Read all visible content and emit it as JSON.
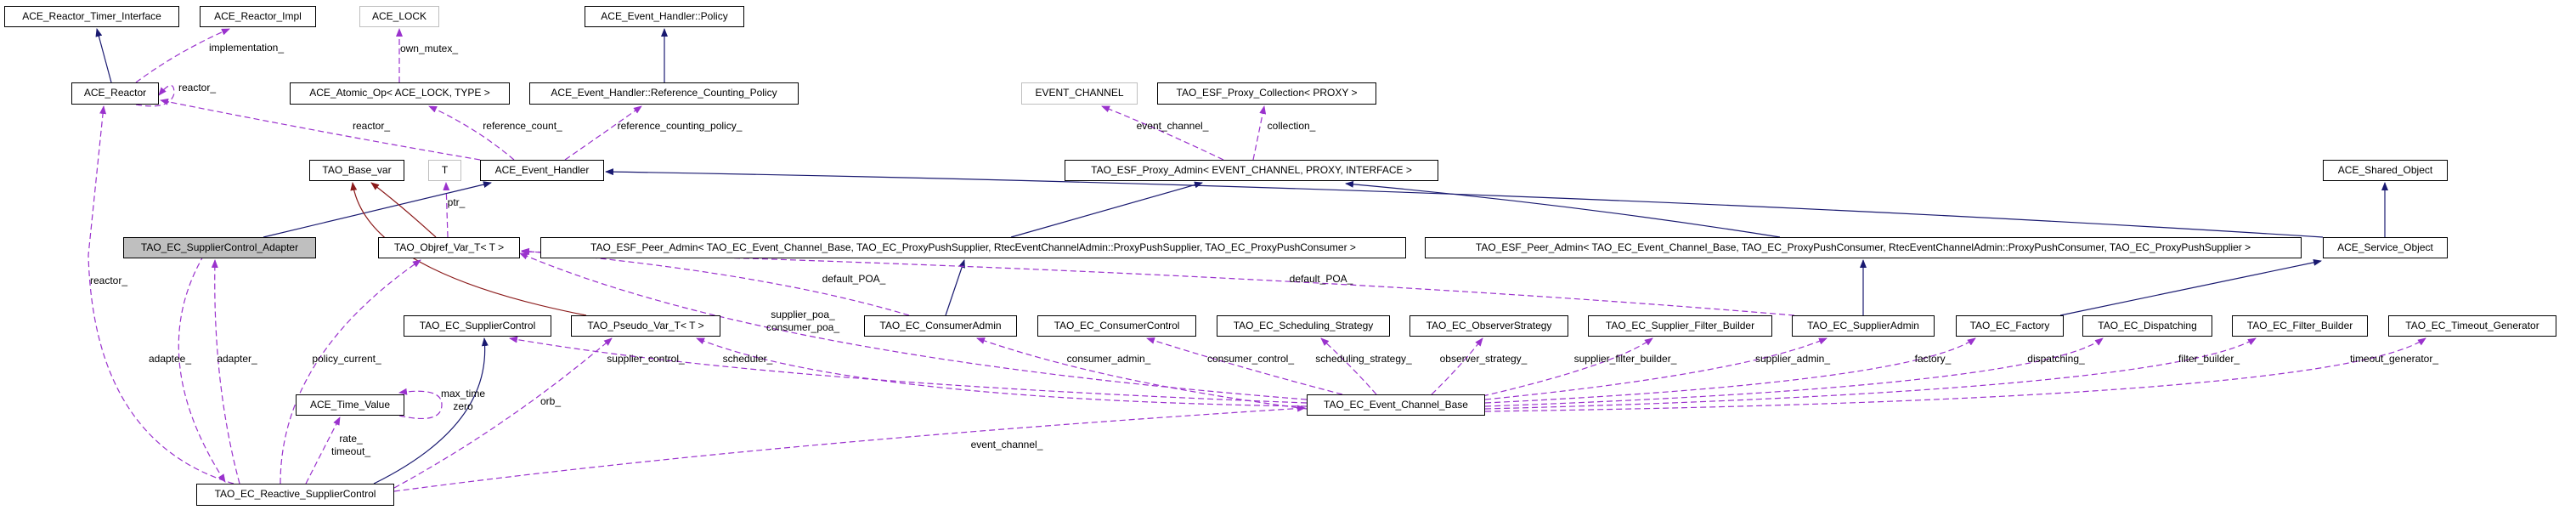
{
  "colors": {
    "inheritance": "#191970",
    "template": "#8b1a1a",
    "usage": "#9a32cd",
    "focus_fill": "#bfbfbf",
    "external_border": "#bfbfbf"
  },
  "nodes": [
    {
      "id": "timer_if",
      "label": "ACE_Reactor_Timer_Interface",
      "style": "normal"
    },
    {
      "id": "reactor_impl",
      "label": "ACE_Reactor_Impl",
      "style": "normal"
    },
    {
      "id": "ace_lock",
      "label": "ACE_LOCK",
      "style": "external"
    },
    {
      "id": "eh_policy",
      "label": "ACE_Event_Handler::Policy",
      "style": "normal"
    },
    {
      "id": "reactor",
      "label": "ACE_Reactor",
      "style": "normal"
    },
    {
      "id": "atomic_op",
      "label": "ACE_Atomic_Op< ACE_LOCK, TYPE >",
      "style": "normal"
    },
    {
      "id": "rc_policy",
      "label": "ACE_Event_Handler::Reference_Counting_Policy",
      "style": "normal"
    },
    {
      "id": "base_var",
      "label": "TAO_Base_var",
      "style": "normal"
    },
    {
      "id": "t",
      "label": "T",
      "style": "external"
    },
    {
      "id": "event_handler",
      "label": "ACE_Event_Handler",
      "style": "normal"
    },
    {
      "id": "event_channel_t",
      "label": "EVENT_CHANNEL",
      "style": "external"
    },
    {
      "id": "proxy_collection",
      "label": "TAO_ESF_Proxy_Collection< PROXY >",
      "style": "normal"
    },
    {
      "id": "proxy_admin",
      "label": "TAO_ESF_Proxy_Admin< EVENT_CHANNEL, PROXY, INTERFACE >",
      "style": "normal"
    },
    {
      "id": "shared_object",
      "label": "ACE_Shared_Object",
      "style": "normal"
    },
    {
      "id": "adapter",
      "label": "TAO_EC_SupplierControl_Adapter",
      "style": "focus"
    },
    {
      "id": "objref",
      "label": "TAO_Objref_Var_T< T >",
      "style": "normal"
    },
    {
      "id": "peer_admin_s",
      "label": "TAO_ESF_Peer_Admin< TAO_EC_Event_Channel_Base, TAO_EC_ProxyPushSupplier, RtecEventChannelAdmin::ProxyPushSupplier, TAO_EC_ProxyPushConsumer >",
      "style": "normal"
    },
    {
      "id": "peer_admin_c",
      "label": "TAO_ESF_Peer_Admin< TAO_EC_Event_Channel_Base, TAO_EC_ProxyPushConsumer, RtecEventChannelAdmin::ProxyPushConsumer, TAO_EC_ProxyPushSupplier >",
      "style": "normal"
    },
    {
      "id": "service_object",
      "label": "ACE_Service_Object",
      "style": "normal"
    },
    {
      "id": "supplier_control",
      "label": "TAO_EC_SupplierControl",
      "style": "normal"
    },
    {
      "id": "pseudo_var",
      "label": "TAO_Pseudo_Var_T< T >",
      "style": "normal"
    },
    {
      "id": "consumer_admin",
      "label": "TAO_EC_ConsumerAdmin",
      "style": "normal"
    },
    {
      "id": "consumer_control",
      "label": "TAO_EC_ConsumerControl",
      "style": "normal"
    },
    {
      "id": "scheduling",
      "label": "TAO_EC_Scheduling_Strategy",
      "style": "normal"
    },
    {
      "id": "observer",
      "label": "TAO_EC_ObserverStrategy",
      "style": "normal"
    },
    {
      "id": "sfb",
      "label": "TAO_EC_Supplier_Filter_Builder",
      "style": "normal"
    },
    {
      "id": "supplier_admin",
      "label": "TAO_EC_SupplierAdmin",
      "style": "normal"
    },
    {
      "id": "factory",
      "label": "TAO_EC_Factory",
      "style": "normal"
    },
    {
      "id": "dispatching",
      "label": "TAO_EC_Dispatching",
      "style": "normal"
    },
    {
      "id": "filter_builder",
      "label": "TAO_EC_Filter_Builder",
      "style": "normal"
    },
    {
      "id": "timeout_gen",
      "label": "TAO_EC_Timeout_Generator",
      "style": "normal"
    },
    {
      "id": "time_value",
      "label": "ACE_Time_Value",
      "style": "normal"
    },
    {
      "id": "ecb",
      "label": "TAO_EC_Event_Channel_Base",
      "style": "normal"
    },
    {
      "id": "reactive",
      "label": "TAO_EC_Reactive_SupplierControl",
      "style": "normal"
    }
  ],
  "edges": [
    {
      "from": "reactor",
      "to": "timer_if",
      "kind": "inheritance",
      "labels": []
    },
    {
      "from": "reactor",
      "to": "reactor_impl",
      "kind": "usage",
      "labels": [
        "implementation_"
      ]
    },
    {
      "from": "reactor",
      "to": "reactor",
      "kind": "usage",
      "labels": [
        "reactor_"
      ]
    },
    {
      "from": "atomic_op",
      "to": "ace_lock",
      "kind": "usage",
      "labels": [
        "own_mutex_"
      ]
    },
    {
      "from": "rc_policy",
      "to": "eh_policy",
      "kind": "inheritance",
      "labels": []
    },
    {
      "from": "event_handler",
      "to": "reactor",
      "kind": "usage",
      "labels": [
        "reactor_"
      ]
    },
    {
      "from": "event_handler",
      "to": "atomic_op",
      "kind": "usage",
      "labels": [
        "reference_count_"
      ]
    },
    {
      "from": "event_handler",
      "to": "rc_policy",
      "kind": "usage",
      "labels": [
        "reference_counting_policy_"
      ]
    },
    {
      "from": "proxy_admin",
      "to": "event_channel_t",
      "kind": "usage",
      "labels": [
        "event_channel_"
      ]
    },
    {
      "from": "proxy_admin",
      "to": "proxy_collection",
      "kind": "usage",
      "labels": [
        "collection_"
      ]
    },
    {
      "from": "adapter",
      "to": "event_handler",
      "kind": "inheritance",
      "labels": []
    },
    {
      "from": "objref",
      "to": "base_var",
      "kind": "template",
      "labels": []
    },
    {
      "from": "objref",
      "to": "t",
      "kind": "usage",
      "labels": [
        "ptr_"
      ]
    },
    {
      "from": "peer_admin_s",
      "to": "proxy_admin",
      "kind": "inheritance",
      "labels": []
    },
    {
      "from": "peer_admin_c",
      "to": "proxy_admin",
      "kind": "inheritance",
      "labels": []
    },
    {
      "from": "service_object",
      "to": "event_handler",
      "kind": "inheritance",
      "labels": []
    },
    {
      "from": "service_object",
      "to": "shared_object",
      "kind": "inheritance",
      "labels": []
    },
    {
      "from": "pseudo_var",
      "to": "base_var",
      "kind": "template",
      "labels": []
    },
    {
      "from": "consumer_admin",
      "to": "peer_admin_s",
      "kind": "inheritance",
      "labels": []
    },
    {
      "from": "consumer_admin",
      "to": "objref",
      "kind": "usage",
      "labels": [
        "default_POA_"
      ]
    },
    {
      "from": "supplier_admin",
      "to": "peer_admin_c",
      "kind": "inheritance",
      "labels": []
    },
    {
      "from": "supplier_admin",
      "to": "objref",
      "kind": "usage",
      "labels": [
        "default_POA_"
      ]
    },
    {
      "from": "factory",
      "to": "service_object",
      "kind": "inheritance",
      "labels": []
    },
    {
      "from": "ecb",
      "to": "objref",
      "kind": "usage",
      "labels": [
        "supplier_poa_",
        "consumer_poa_"
      ]
    },
    {
      "from": "ecb",
      "to": "supplier_control",
      "kind": "usage",
      "labels": [
        "supplier_control_"
      ]
    },
    {
      "from": "ecb",
      "to": "pseudo_var",
      "kind": "usage",
      "labels": [
        "scheduler_"
      ]
    },
    {
      "from": "ecb",
      "to": "consumer_admin",
      "kind": "usage",
      "labels": [
        "consumer_admin_"
      ]
    },
    {
      "from": "ecb",
      "to": "consumer_control",
      "kind": "usage",
      "labels": [
        "consumer_control_"
      ]
    },
    {
      "from": "ecb",
      "to": "scheduling",
      "kind": "usage",
      "labels": [
        "scheduling_strategy_"
      ]
    },
    {
      "from": "ecb",
      "to": "observer",
      "kind": "usage",
      "labels": [
        "observer_strategy_"
      ]
    },
    {
      "from": "ecb",
      "to": "sfb",
      "kind": "usage",
      "labels": [
        "supplier_filter_builder_"
      ]
    },
    {
      "from": "ecb",
      "to": "supplier_admin",
      "kind": "usage",
      "labels": [
        "supplier_admin_"
      ]
    },
    {
      "from": "ecb",
      "to": "factory",
      "kind": "usage",
      "labels": [
        "factory_"
      ]
    },
    {
      "from": "ecb",
      "to": "dispatching",
      "kind": "usage",
      "labels": [
        "dispatching_"
      ]
    },
    {
      "from": "ecb",
      "to": "filter_builder",
      "kind": "usage",
      "labels": [
        "filter_builder_"
      ]
    },
    {
      "from": "ecb",
      "to": "timeout_gen",
      "kind": "usage",
      "labels": [
        "timeout_generator_"
      ]
    },
    {
      "from": "time_value",
      "to": "time_value",
      "kind": "usage",
      "labels": [
        "max_time",
        "zero"
      ]
    },
    {
      "from": "reactive",
      "to": "reactor",
      "kind": "usage",
      "labels": [
        "reactor_"
      ]
    },
    {
      "from": "reactive",
      "to": "adapter",
      "kind": "usage",
      "labels": [
        "adapter_"
      ]
    },
    {
      "from": "adapter",
      "to": "reactive",
      "kind": "usage",
      "labels": [
        "adaptee_"
      ]
    },
    {
      "from": "reactive",
      "to": "objref",
      "kind": "usage",
      "labels": [
        "policy_current_"
      ]
    },
    {
      "from": "reactive",
      "to": "time_value",
      "kind": "usage",
      "labels": [
        "rate_",
        "timeout_"
      ]
    },
    {
      "from": "reactive",
      "to": "supplier_control",
      "kind": "inheritance",
      "labels": []
    },
    {
      "from": "reactive",
      "to": "pseudo_var",
      "kind": "usage",
      "labels": [
        "orb_"
      ]
    },
    {
      "from": "reactive",
      "to": "ecb",
      "kind": "usage",
      "labels": [
        "event_channel_"
      ]
    }
  ]
}
